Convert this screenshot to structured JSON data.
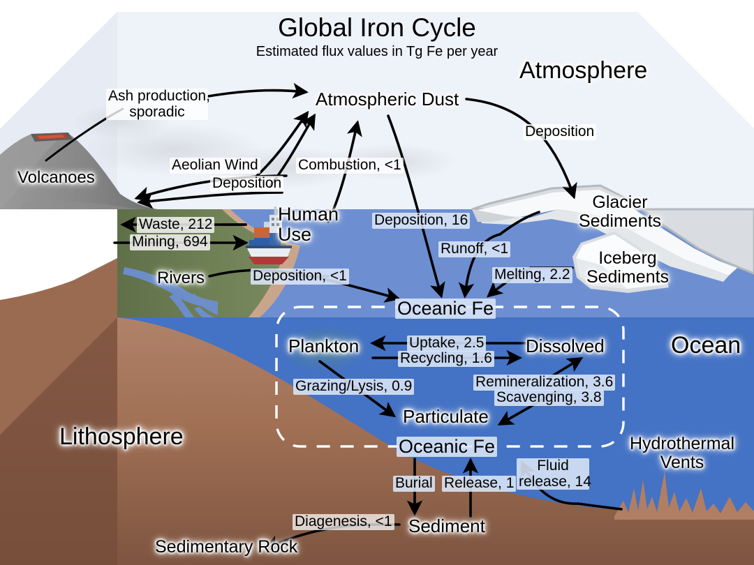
{
  "title": "Global Iron Cycle",
  "subtitle": "Estimated flux values in Tg Fe per year",
  "domains": {
    "atmosphere": "Atmosphere",
    "ocean": "Ocean",
    "lithosphere": "Lithosphere"
  },
  "reservoirs": {
    "atmospheric_dust": "Atmospheric Dust",
    "volcanoes": "Volcanoes",
    "human_use": "Human\nUse",
    "rivers": "Rivers",
    "glacier_sediments": "Glacier\nSediments",
    "iceberg_sediments": "Iceberg\nSediments",
    "oceanic_fe_upper": "Oceanic Fe",
    "oceanic_fe_lower": "Oceanic Fe",
    "plankton": "Plankton",
    "dissolved": "Dissolved",
    "particulate": "Particulate",
    "sediment": "Sediment",
    "sedimentary_rock": "Sedimentary Rock",
    "hydrothermal_vents": "Hydrothermal\nVents"
  },
  "fluxes": {
    "ash_production": "Ash production,\nsporadic",
    "aeolian_wind": "Aeolian Wind",
    "aeolian_deposition": "Deposition",
    "combustion": "Combustion, <1",
    "glacier_deposition": "Deposition",
    "waste": "Waste, 212",
    "mining": "Mining, 694",
    "river_deposition": "Deposition, <1",
    "dust_deposition": "Deposition, 16",
    "runoff": "Runoff, <1",
    "melting": "Melting, 2.2",
    "uptake": "Uptake, 2.5",
    "recycling": "Recycling, 1.6",
    "grazing_lysis": "Grazing/Lysis, 0.9",
    "remineralization": "Remineralization, 3.6",
    "scavenging": "Scavenging, 3.8",
    "burial": "Burial",
    "release": "Release, 1",
    "fluid_release": "Fluid\nrelease, 14",
    "diagenesis": "Diagenesis, <1"
  },
  "chart_data": {
    "type": "diagram",
    "title": "Global Iron Cycle",
    "subtitle": "Estimated flux values in Tg Fe per year",
    "units": "Tg Fe per year",
    "nodes": [
      {
        "id": "volcanoes",
        "label": "Volcanoes",
        "domain": "atmosphere"
      },
      {
        "id": "atmospheric_dust",
        "label": "Atmospheric Dust",
        "domain": "atmosphere"
      },
      {
        "id": "human_use",
        "label": "Human Use",
        "domain": "surface"
      },
      {
        "id": "rivers",
        "label": "Rivers",
        "domain": "surface"
      },
      {
        "id": "glacier_sediments",
        "label": "Glacier Sediments",
        "domain": "surface"
      },
      {
        "id": "iceberg_sediments",
        "label": "Iceberg Sediments",
        "domain": "ocean"
      },
      {
        "id": "oceanic_fe",
        "label": "Oceanic Fe",
        "domain": "ocean"
      },
      {
        "id": "plankton",
        "label": "Plankton",
        "domain": "ocean"
      },
      {
        "id": "dissolved",
        "label": "Dissolved",
        "domain": "ocean"
      },
      {
        "id": "particulate",
        "label": "Particulate",
        "domain": "ocean"
      },
      {
        "id": "sediment",
        "label": "Sediment",
        "domain": "lithosphere"
      },
      {
        "id": "sedimentary_rock",
        "label": "Sedimentary Rock",
        "domain": "lithosphere"
      },
      {
        "id": "hydrothermal_vents",
        "label": "Hydrothermal Vents",
        "domain": "ocean"
      }
    ],
    "edges": [
      {
        "from": "volcanoes",
        "to": "atmospheric_dust",
        "label": "Ash production, sporadic",
        "value": null
      },
      {
        "from": "land",
        "to": "atmospheric_dust",
        "label": "Aeolian Wind",
        "value": null
      },
      {
        "from": "atmospheric_dust",
        "to": "land",
        "label": "Deposition",
        "value": null
      },
      {
        "from": "human_use",
        "to": "atmospheric_dust",
        "label": "Combustion, <1",
        "value": "<1"
      },
      {
        "from": "atmospheric_dust",
        "to": "glacier_sediments",
        "label": "Deposition",
        "value": null
      },
      {
        "from": "human_use",
        "to": "land",
        "label": "Waste, 212",
        "value": 212
      },
      {
        "from": "land",
        "to": "human_use",
        "label": "Mining, 694",
        "value": 694
      },
      {
        "from": "rivers",
        "to": "oceanic_fe",
        "label": "Deposition, <1",
        "value": "<1"
      },
      {
        "from": "atmospheric_dust",
        "to": "oceanic_fe",
        "label": "Deposition, 16",
        "value": 16
      },
      {
        "from": "glacier_sediments",
        "to": "oceanic_fe",
        "label": "Runoff, <1",
        "value": "<1"
      },
      {
        "from": "iceberg_sediments",
        "to": "oceanic_fe",
        "label": "Melting, 2.2",
        "value": 2.2
      },
      {
        "from": "dissolved",
        "to": "plankton",
        "label": "Uptake, 2.5",
        "value": 2.5
      },
      {
        "from": "plankton",
        "to": "dissolved",
        "label": "Recycling, 1.6",
        "value": 1.6
      },
      {
        "from": "plankton",
        "to": "particulate",
        "label": "Grazing/Lysis, 0.9",
        "value": 0.9
      },
      {
        "from": "particulate",
        "to": "dissolved",
        "label": "Remineralization, 3.6",
        "value": 3.6
      },
      {
        "from": "dissolved",
        "to": "particulate",
        "label": "Scavenging, 3.8",
        "value": 3.8
      },
      {
        "from": "oceanic_fe",
        "to": "sediment",
        "label": "Burial",
        "value": null
      },
      {
        "from": "sediment",
        "to": "oceanic_fe",
        "label": "Release, 1",
        "value": 1
      },
      {
        "from": "hydrothermal_vents",
        "to": "oceanic_fe",
        "label": "Fluid release, 14",
        "value": 14
      },
      {
        "from": "sediment",
        "to": "sedimentary_rock",
        "label": "Diagenesis, <1",
        "value": "<1"
      }
    ]
  },
  "colors": {
    "atmosphere": "#eef2f9",
    "ocean_surface": "#6d8fd1",
    "ocean_deep": "#4472c4",
    "soil": "#9e6c51",
    "soil_dark": "#7d5440",
    "land_green": "#6f7f55",
    "beach": "#c9a68b",
    "volcano": "#8a8a8a",
    "ice": "#f4f6f8",
    "arrow": "#000000"
  }
}
